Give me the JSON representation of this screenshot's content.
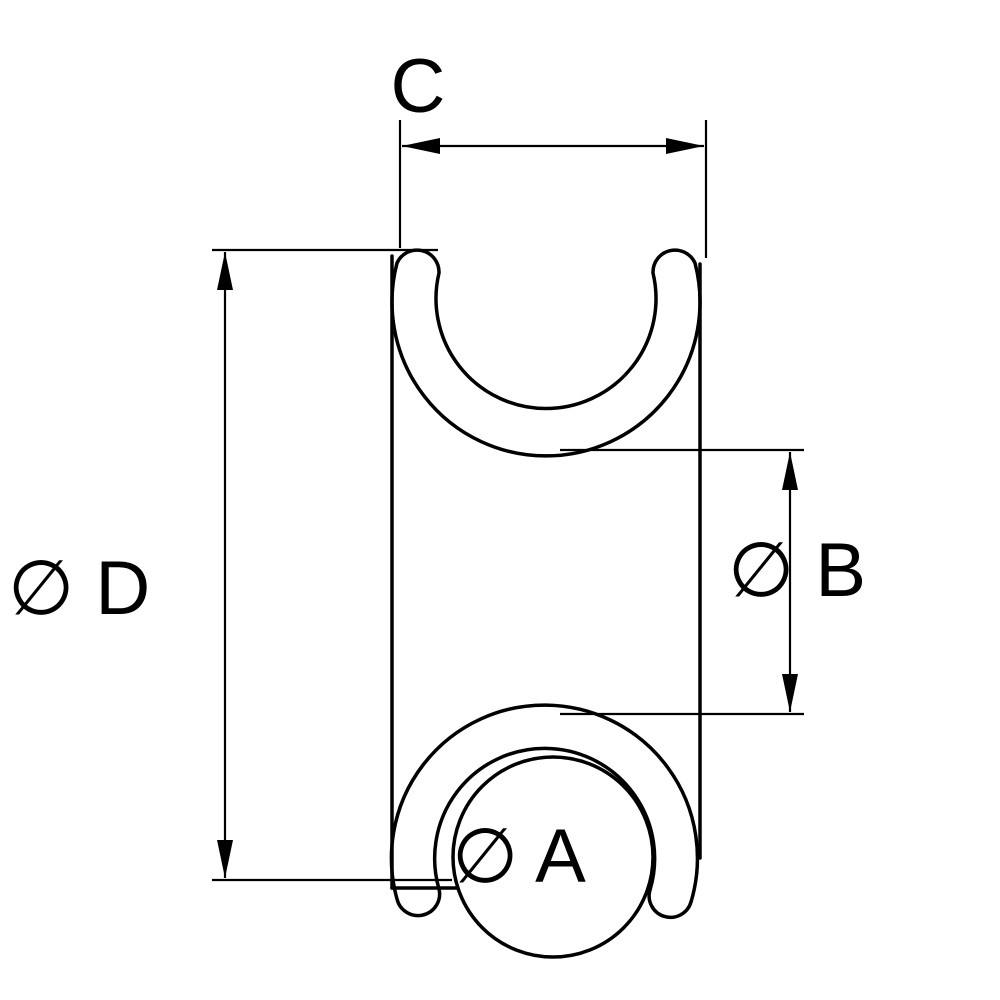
{
  "drawing": {
    "type": "technical-dimension-drawing",
    "subject": "low-friction-ring-section",
    "labels": {
      "width": "C",
      "outer_diameter": "∅ D",
      "barrel_diameter": "∅ B",
      "hole_diameter": "∅ A"
    },
    "colors": {
      "line": "#000000",
      "background": "#ffffff"
    }
  }
}
